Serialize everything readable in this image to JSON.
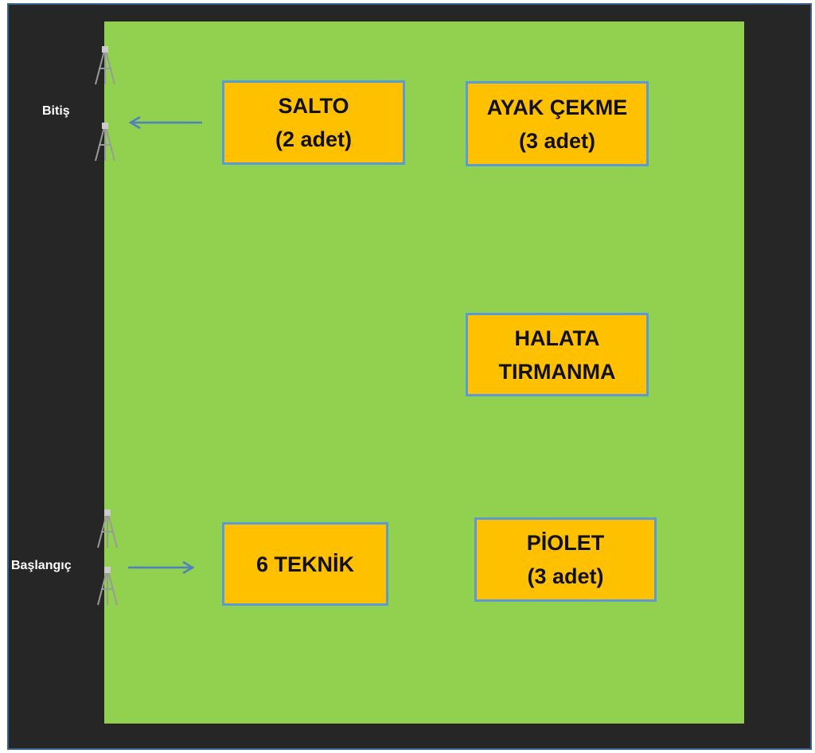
{
  "course": {
    "finish_label": "Bitiş",
    "start_label": "Başlangıç",
    "colors": {
      "field": "#92d050",
      "background": "#262626",
      "station_fill": "#ffc000",
      "station_border": "#5b9bd5",
      "arrow": "#4f81bd"
    },
    "stations": [
      {
        "id": "salto",
        "line1": "SALTO",
        "line2": "(2 adet)"
      },
      {
        "id": "ayak-cekme",
        "line1": "AYAK ÇEKME",
        "line2": "(3 adet)"
      },
      {
        "id": "halata-tirmanma",
        "line1": "HALATA",
        "line2": "TIRMANMA"
      },
      {
        "id": "teknik",
        "line1": "6 TEKNİK",
        "line2": ""
      },
      {
        "id": "piolet",
        "line1": "PİOLET",
        "line2": "(3 adet)"
      }
    ]
  }
}
